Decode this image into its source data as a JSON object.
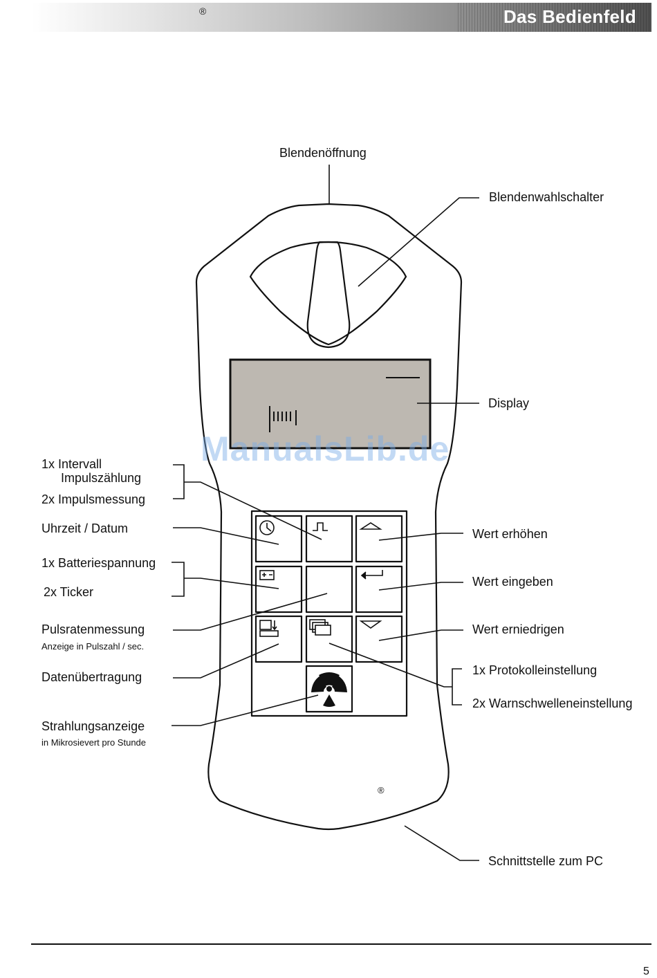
{
  "header": {
    "title": "Das Bedienfeld",
    "registered_mark": "®"
  },
  "labels": {
    "aperture_opening": "Blendenöffnung",
    "aperture_switch": "Blendenwahlschalter",
    "display": "Display",
    "interval_line1": "1x Intervall",
    "interval_line2": "Impulszählung",
    "impulse_measurement": "2x Impulsmessung",
    "time_date": "Uhrzeit / Datum",
    "battery_voltage": "1x Batteriespannung",
    "ticker": "2x Ticker",
    "pulse_rate": "Pulsratenmessung",
    "pulse_rate_sub": "Anzeige in Pulszahl / sec.",
    "data_transfer": "Datenübertragung",
    "radiation_display": "Strahlungsanzeige",
    "radiation_sub": "in Mikrosievert pro Stunde",
    "value_increase": "Wert erhöhen",
    "value_enter": "Wert eingeben",
    "value_decrease": "Wert erniedrigen",
    "protocol_setting": "1x Protokolleinstellung",
    "warning_threshold": "2x Warnschwelleneinstellung",
    "pc_interface": "Schnittstelle zum PC"
  },
  "device": {
    "registered_mark": "®",
    "display_color": "#bdb8b1"
  },
  "watermark": "ManualsLib.de",
  "page_number": "5"
}
